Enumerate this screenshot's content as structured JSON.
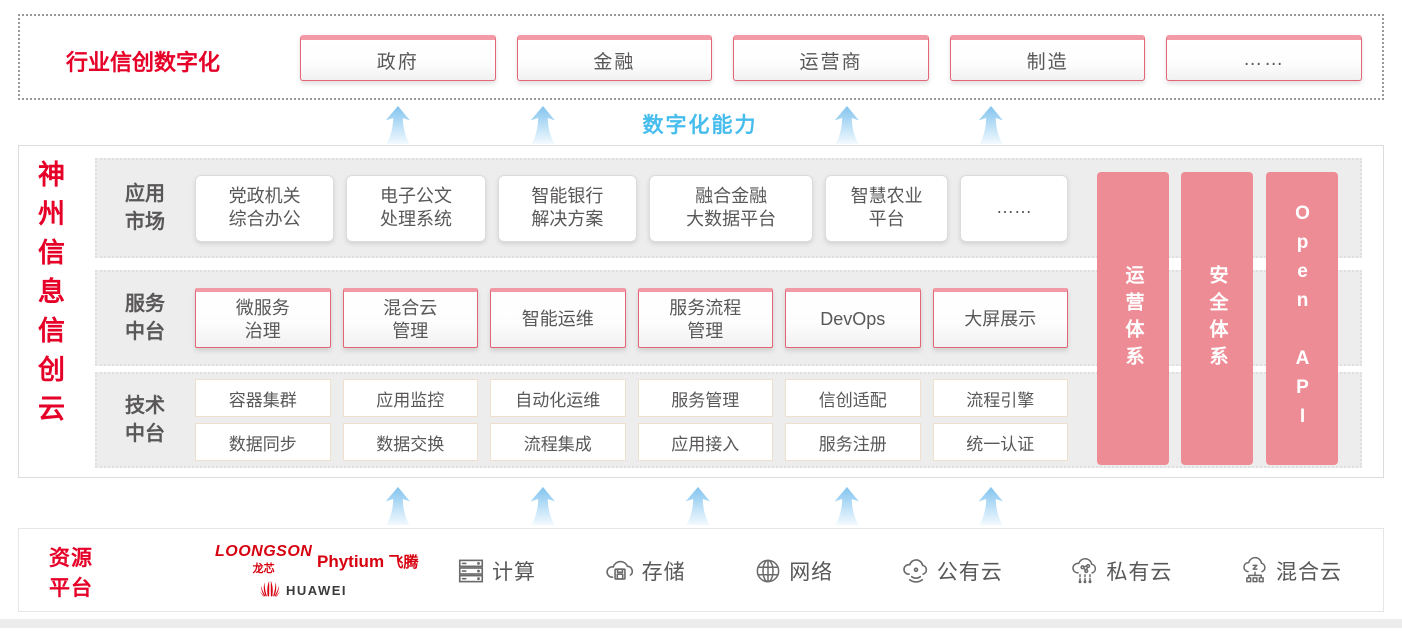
{
  "colors": {
    "accent_red": "#e60028",
    "pink_pillar": "#ee8c95",
    "pink_border": "#e56476",
    "pink_top_edge": "#f29aa6",
    "capability_blue": "#47bdee",
    "text_gray": "#595757",
    "panel_gray": "#ededed"
  },
  "top": {
    "label": "行业信创数字化",
    "sectors": [
      "政府",
      "金融",
      "运营商",
      "制造",
      "……"
    ]
  },
  "capability_label": "数字化能力",
  "platform": {
    "title": "神州信息信创云",
    "rows": [
      {
        "label": "应用\n市场",
        "items": [
          "党政机关\n综合办公",
          "电子公文\n处理系统",
          "智能银行\n解决方案",
          "融合金融\n大数据平台",
          "智慧农业\n平台",
          "……"
        ]
      },
      {
        "label": "服务\n中台",
        "items": [
          "微服务\n治理",
          "混合云\n管理",
          "智能运维",
          "服务流程\n管理",
          "DevOps",
          "大屏展示"
        ]
      },
      {
        "label": "技术\n中台",
        "items_row1": [
          "容器集群",
          "应用监控",
          "自动化运维",
          "服务管理",
          "信创适配",
          "流程引擎"
        ],
        "items_row2": [
          "数据同步",
          "数据交换",
          "流程集成",
          "应用接入",
          "服务注册",
          "统一认证"
        ]
      }
    ],
    "pillars": [
      "运营体系",
      "安全体系",
      "Open API"
    ]
  },
  "resources": {
    "label": "资源\n平台",
    "vendors": {
      "loongson": "LOONGSON",
      "loongson_cn": "龙芯",
      "phytium": "Phytium",
      "phytium_cn": "飞腾",
      "huawei": "HUAWEI"
    },
    "items": [
      {
        "icon": "compute-icon",
        "label": "计算"
      },
      {
        "icon": "storage-icon",
        "label": "存储"
      },
      {
        "icon": "network-icon",
        "label": "网络"
      },
      {
        "icon": "public-cloud-icon",
        "label": "公有云"
      },
      {
        "icon": "private-cloud-icon",
        "label": "私有云"
      },
      {
        "icon": "hybrid-cloud-icon",
        "label": "混合云"
      }
    ]
  }
}
